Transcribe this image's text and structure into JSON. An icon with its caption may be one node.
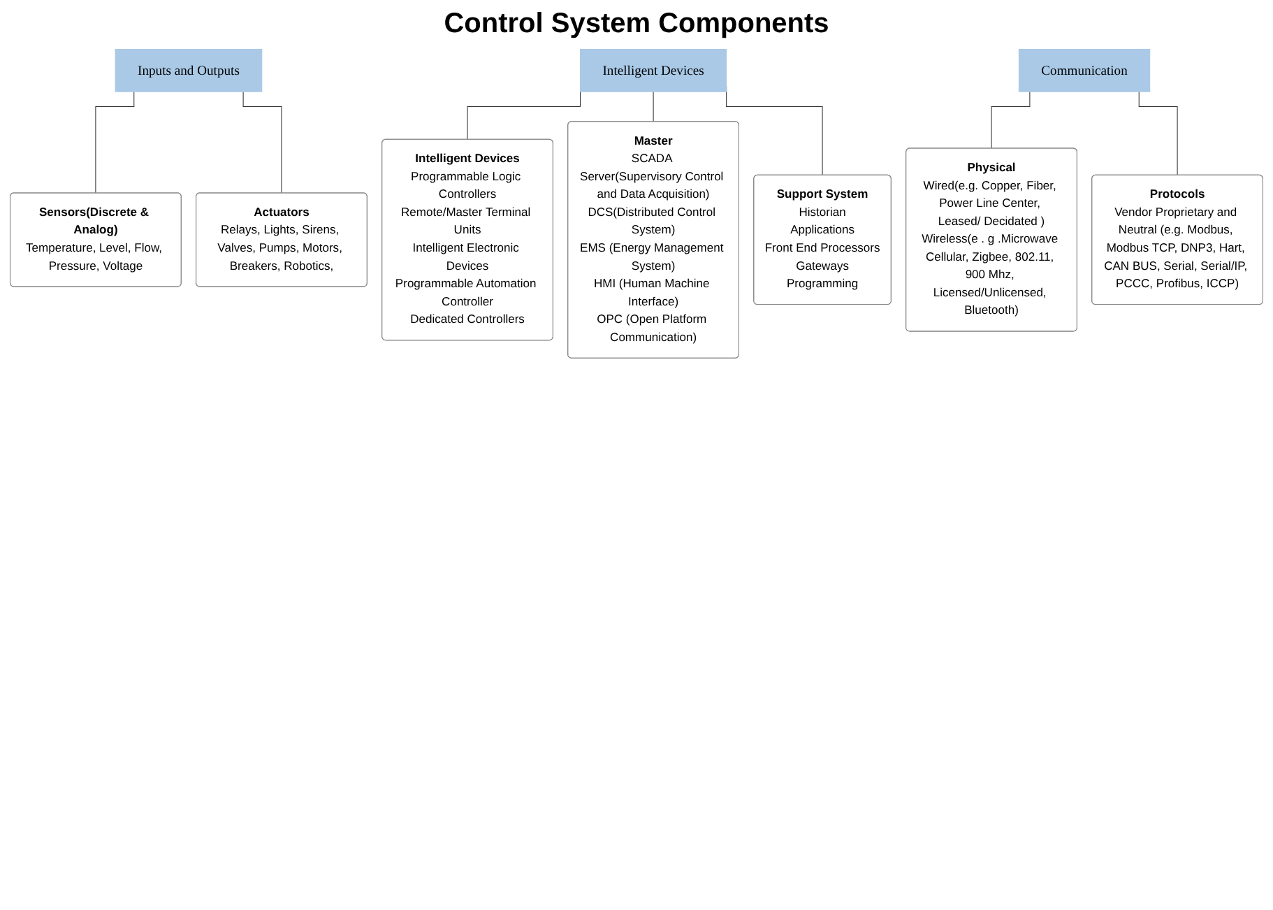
{
  "diagram": {
    "title": "Control System Components",
    "nodes": [
      {
        "text": [
          "Inputs and Outputs"
        ]
      },
      {
        "text": [
          "Sensors(Discrete & Analog)",
          "Temperature, Level, Flow, Pressure, Voltage"
        ]
      },
      {
        "text": [
          "Actuators",
          "Relays, Lights, Sirens, Valves, Pumps, Motors, Breakers, Robotics,"
        ]
      },
      {
        "text": [
          "Intelligent Devices"
        ]
      },
      {
        "text": [
          "Intelligent Devices",
          "Programmable Logic Controllers",
          "Remote/Master Terminal Units",
          "Intelligent Electronic Devices",
          "Programmable Automation Controller",
          "Dedicated Controllers"
        ]
      },
      {
        "text": [
          "Master",
          "SCADA Server(Supervisory Control and Data Acquisition)",
          "DCS(Distributed Control System)",
          "EMS (Energy Management System)",
          "HMI (Human Machine Interface)",
          "OPC (Open Platform Communication)"
        ]
      },
      {
        "text": [
          "Support System",
          "Historian",
          "Applications",
          "Front End Processors",
          "Gateways",
          "Programming"
        ]
      },
      {
        "text": [
          "Communication"
        ]
      },
      {
        "text": [
          "Physical",
          "Wired(e.g. Copper, Fiber, Power Line Center, Leased/ Decidated )",
          "Wireless(e . g .Microwave Cellular, Zigbee, 802.11, 900 Mhz, Licensed/Unlicensed, Bluetooth)"
        ]
      },
      {
        "text": [
          "Protocols",
          "Vendor Proprietary and Neutral (e.g. Modbus, Modbus TCP, DNP3, Hart, CAN BUS, Serial, Serial/IP, PCCC, Profibus, ICCP)"
        ]
      }
    ],
    "edges": [
      {
        "from": 0,
        "to": 1,
        "arrow": "none"
      },
      {
        "from": 0,
        "to": 2,
        "arrow": "none"
      },
      {
        "from": 3,
        "to": 4,
        "arrow": "none"
      },
      {
        "from": 3,
        "to": 5,
        "arrow": "none"
      },
      {
        "from": 3,
        "to": 6,
        "arrow": "none"
      },
      {
        "from": 7,
        "to": 8,
        "arrow": "none"
      },
      {
        "from": 7,
        "to": 9,
        "arrow": "none"
      }
    ]
  }
}
